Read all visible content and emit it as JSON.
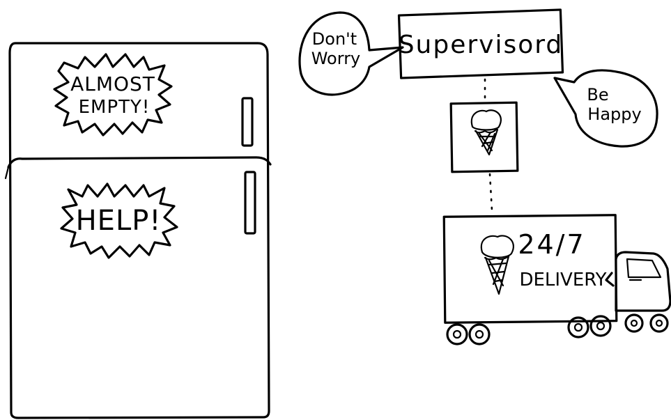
{
  "fridge": {
    "freezer_sign_line1": "ALMOST",
    "freezer_sign_line2": "EMPTY!",
    "fridge_sign": "HELP!"
  },
  "supervisor": {
    "label": "Supervisord",
    "left_bubble_line1": "Don't",
    "left_bubble_line2": "Worry",
    "right_bubble_line1": "Be",
    "right_bubble_line2": "Happy"
  },
  "truck": {
    "line1": "24/7",
    "line2": "DELIVERY"
  },
  "icons": [
    "ice-cream-icon",
    "ice-cream-icon",
    "truck-icon"
  ]
}
